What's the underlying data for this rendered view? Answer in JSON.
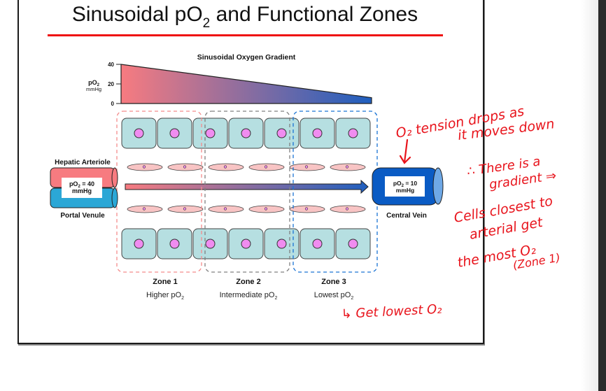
{
  "slide": {
    "title_prefix": "Sinusoidal pO",
    "title_sub": "2",
    "title_suffix": " and Functional Zones",
    "rule_color": "#ee1111"
  },
  "gradient_panel": {
    "title": "Sinusoidal Oxygen Gradient",
    "ylabel_main": "pO",
    "ylabel_sub": "2",
    "ylabel_unit": "mmHg",
    "ticks": [
      "40",
      "20",
      "0"
    ],
    "start_value": 40,
    "end_value": 6,
    "ymax": 40,
    "color_start": "#f77b80",
    "color_end": "#1f5fbf"
  },
  "vessels": {
    "inflow_top_label": "Hepatic Arteriole",
    "inflow_bottom_label": "Portal Venule",
    "inflow_po2_main": "pO",
    "inflow_po2_sub": "2",
    "inflow_po2_value": " = 40",
    "inflow_po2_unit": "mmHg",
    "outflow_label": "Central Vein",
    "outflow_po2_main": "pO",
    "outflow_po2_sub": "2",
    "outflow_po2_value": " = 10",
    "outflow_po2_unit": "mmHg",
    "arteriole_color": "#f77b80",
    "venule_color": "#2ba7d6",
    "vein_color": "#0a5bc4"
  },
  "zones": [
    {
      "name": "Zone 1",
      "desc_main": "Higher pO",
      "desc_sub": "2",
      "border_color": "#f48c8c"
    },
    {
      "name": "Zone 2",
      "desc_main": "Intermediate pO",
      "desc_sub": "2",
      "border_color": "#808080"
    },
    {
      "name": "Zone 3",
      "desc_main": "Lowest pO",
      "desc_sub": "2",
      "border_color": "#1a73d4"
    }
  ],
  "hepatocytes_per_row": 7,
  "endothelial_per_row": 6,
  "annotations": {
    "color": "#e8141c",
    "lines": [
      "O₂ tension drops as",
      "it moves down",
      "∴ There is a",
      "gradient ⇒",
      "Cells closest to",
      "arterial get",
      "the most O₂",
      "(Zone 1)"
    ],
    "bottom_note": "↳ Get lowest O₂"
  }
}
